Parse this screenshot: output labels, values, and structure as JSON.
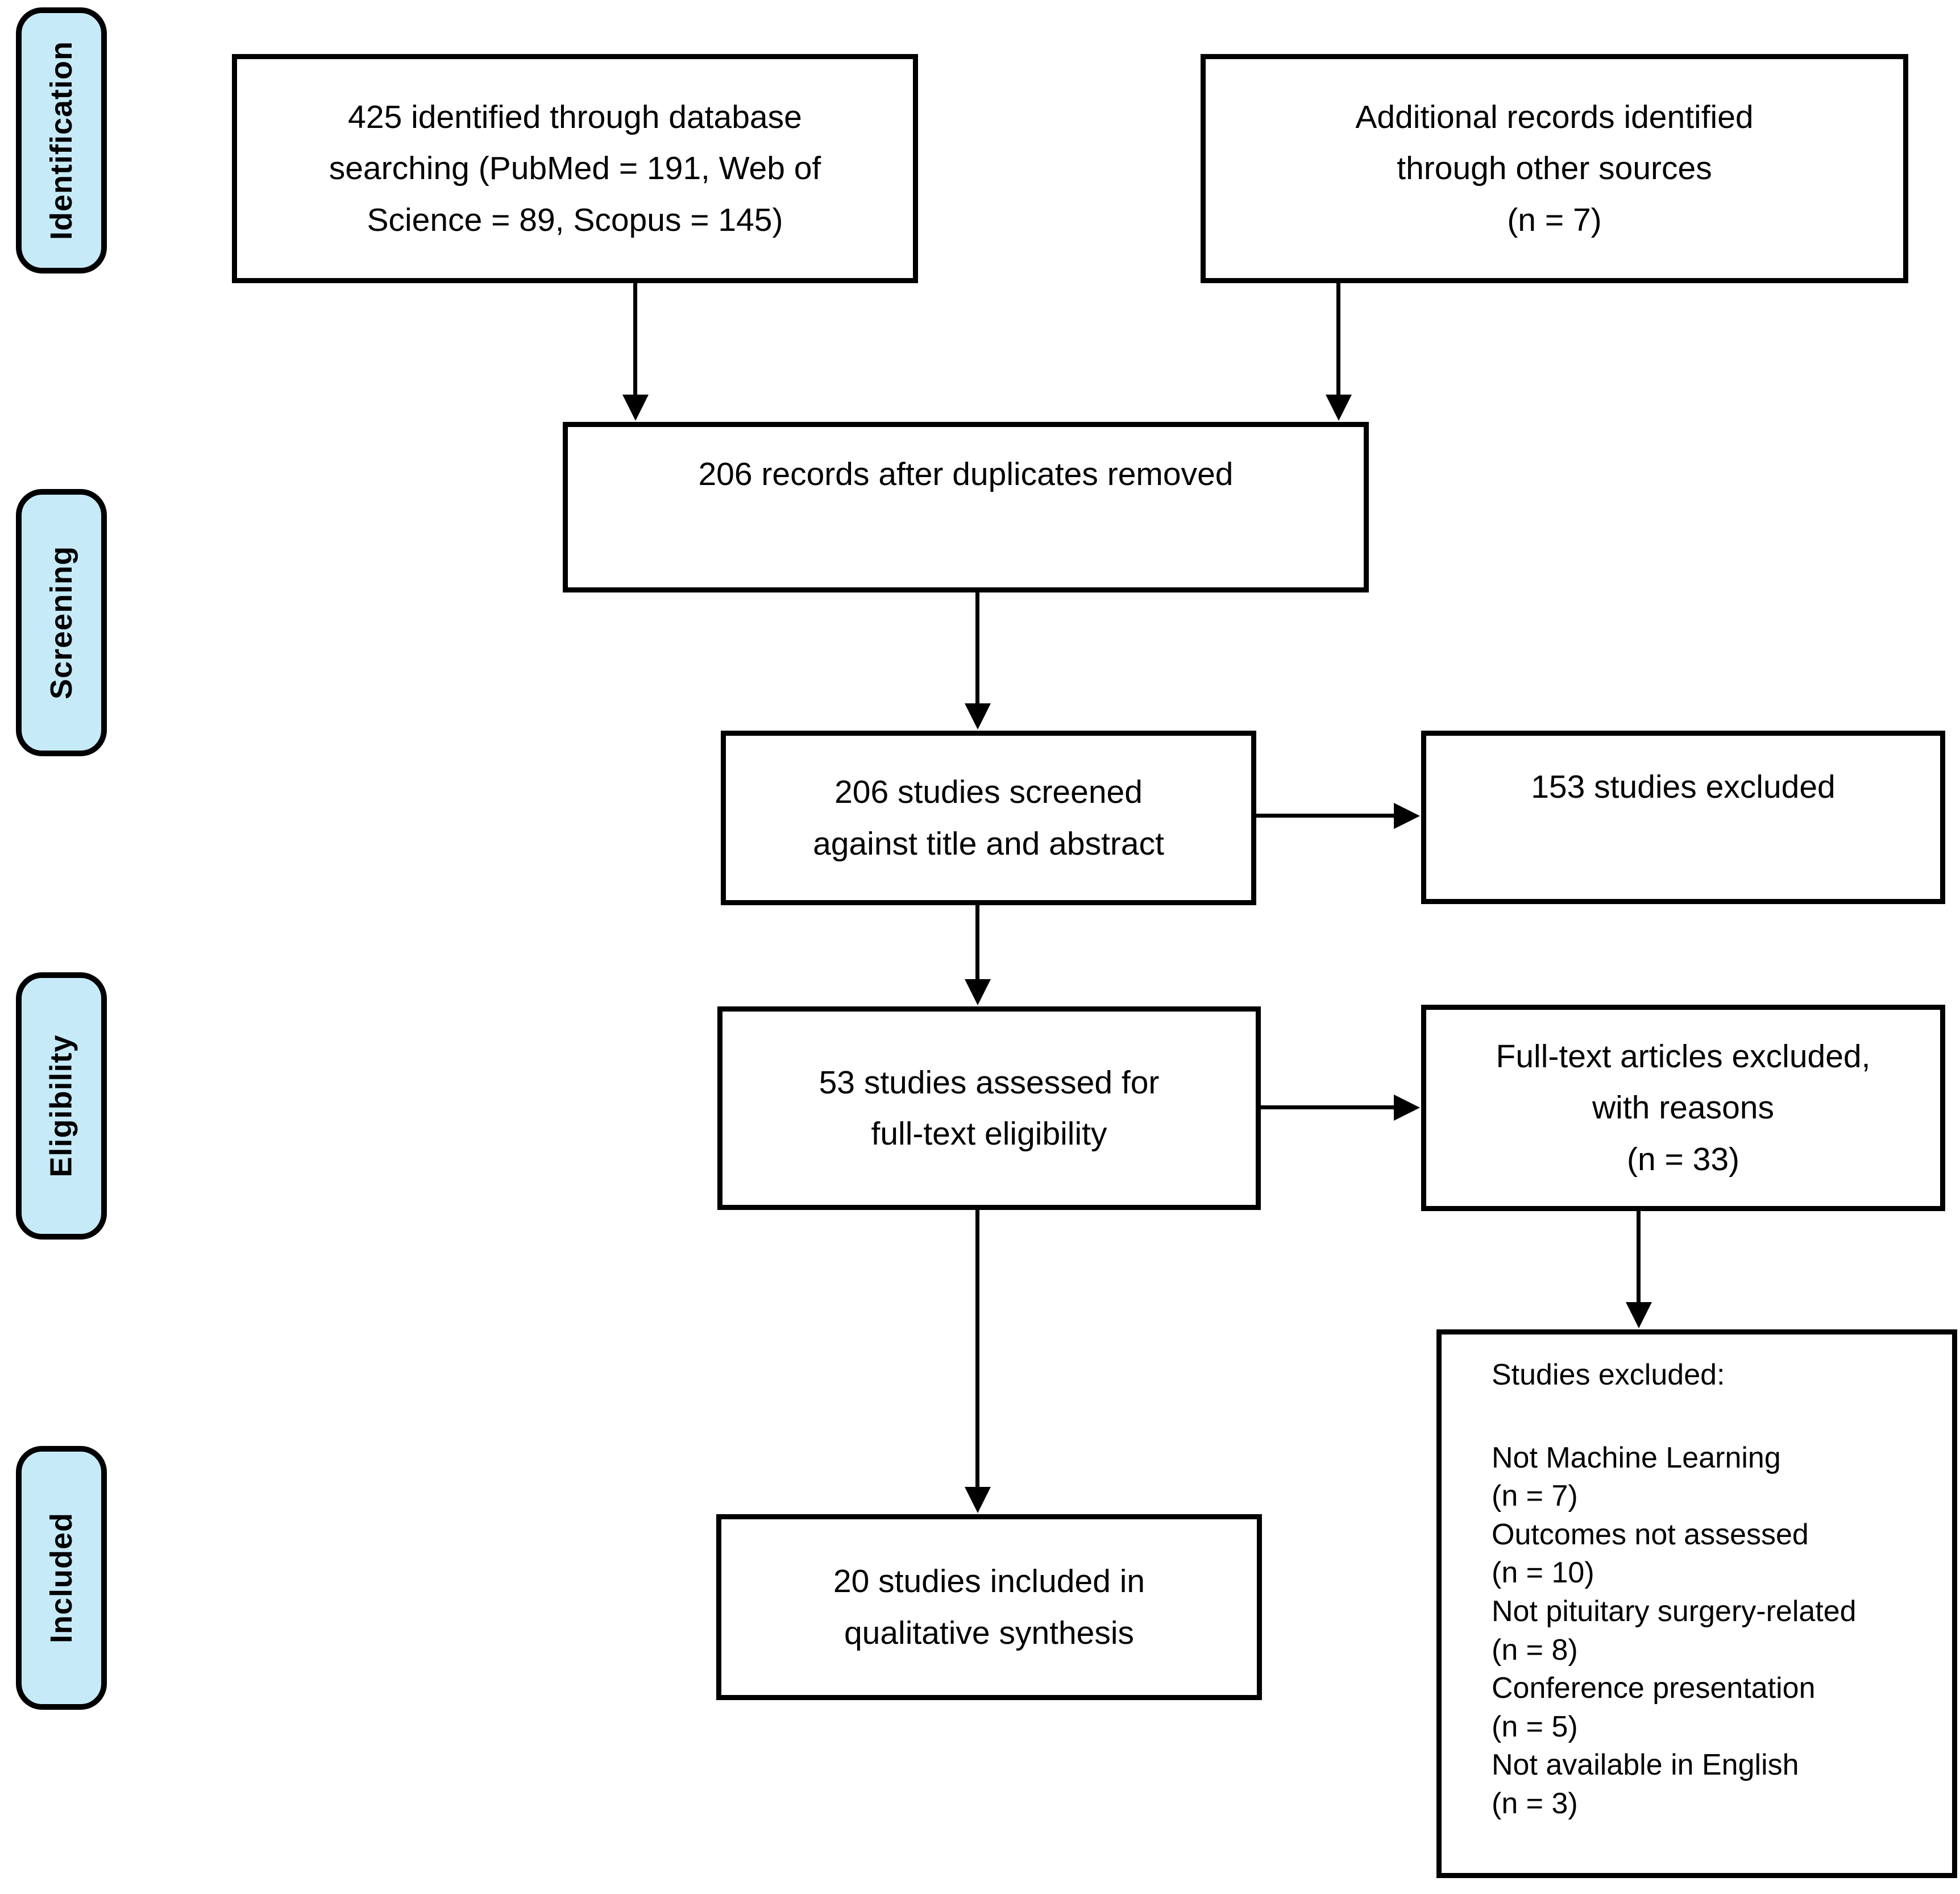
{
  "sidebar": {
    "fill_color": "#c6eaf8",
    "items": [
      {
        "id": "identification",
        "label": "Identification"
      },
      {
        "id": "screening",
        "label": "Screening"
      },
      {
        "id": "eligibility",
        "label": "Eligibility"
      },
      {
        "id": "included",
        "label": "Included"
      }
    ]
  },
  "boxes": {
    "database_search": {
      "text": "425 identified through database\nsearching (PubMed = 191, Web of\nScience = 89, Scopus = 145)"
    },
    "other_sources": {
      "text": "Additional records identified\nthrough other sources\n(n = 7)"
    },
    "after_duplicates": {
      "text": "206 records after duplicates removed"
    },
    "screened": {
      "text": "206 studies screened\nagainst title and abstract"
    },
    "screening_excluded": {
      "text": "153 studies excluded"
    },
    "fulltext_assessed": {
      "text": "53 studies assessed for\nfull-text eligibility"
    },
    "fulltext_excluded": {
      "text": "Full-text articles excluded,\nwith reasons\n(n = 33)"
    },
    "included_synthesis": {
      "text": "20 studies included in\nqualitative synthesis"
    },
    "exclusion_reasons": {
      "title": "Studies excluded:",
      "items": [
        {
          "reason": "Not Machine Learning",
          "count": "(n = 7)"
        },
        {
          "reason": "Outcomes not assessed",
          "count": "(n = 10)"
        },
        {
          "reason": "Not pituitary surgery-related",
          "count": "(n = 8)"
        },
        {
          "reason": "Conference presentation",
          "count": "(n = 5)"
        },
        {
          "reason": "Not available in English",
          "count": "(n = 3)"
        }
      ]
    }
  }
}
